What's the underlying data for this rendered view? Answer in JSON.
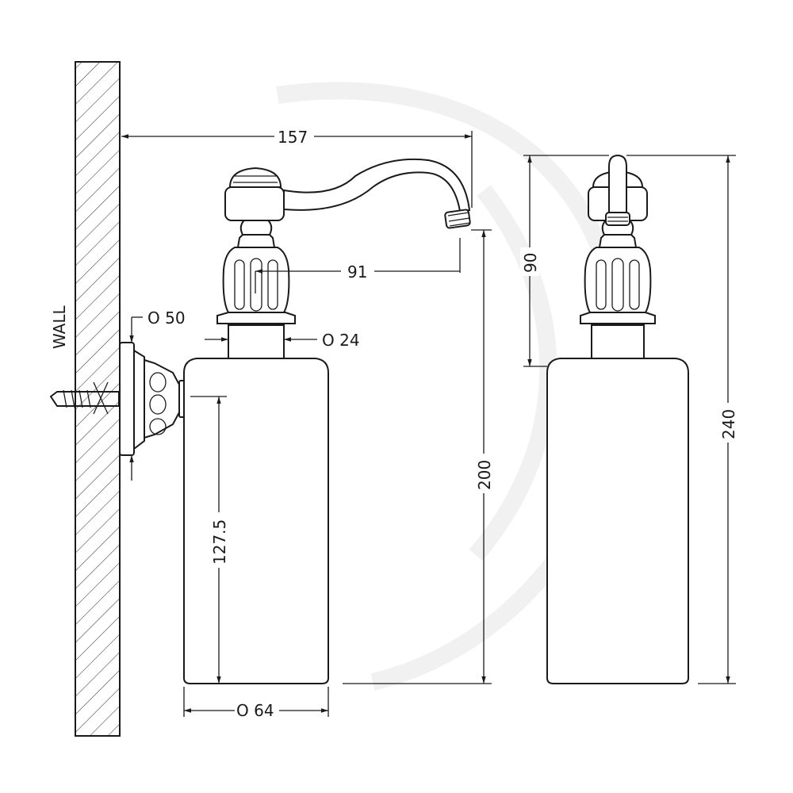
{
  "labels": {
    "wall": "WALL"
  },
  "dimensions": {
    "spout_reach_from_wall": "157",
    "spout_offset": "91",
    "flange_diameter": "O 50",
    "neck_diameter": "O 24",
    "mount_height": "127.5",
    "body_diameter": "O 64",
    "spout_height": "200",
    "pump_height": "90",
    "overall_height": "240"
  }
}
